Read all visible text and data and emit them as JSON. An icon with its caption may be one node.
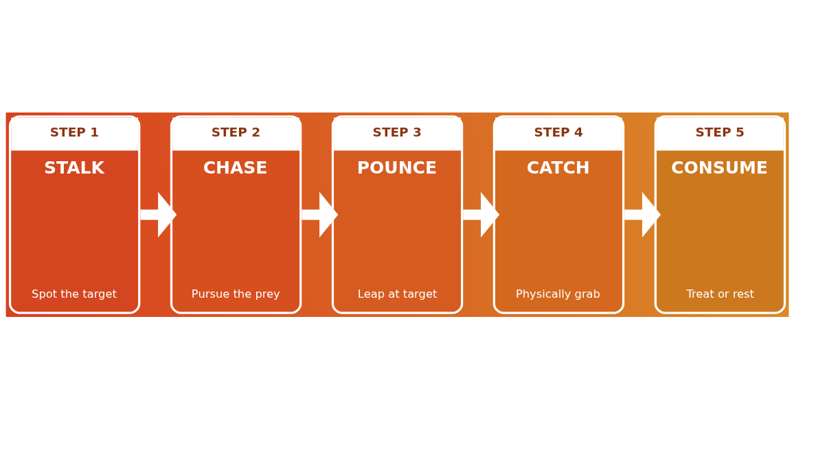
{
  "diagram": {
    "nodes": [
      {
        "text": [
          "STEP 1",
          "STALK",
          "Spot the target"
        ]
      },
      {
        "text": [
          "STEP 2",
          "CHASE",
          "Pursue the prey"
        ]
      },
      {
        "text": [
          "STEP 3",
          "POUNCE",
          "Leap at target"
        ]
      },
      {
        "text": [
          "STEP 4",
          "CATCH",
          "Physically grab"
        ]
      },
      {
        "text": [
          "STEP 5",
          "CONSUME",
          "Treat or rest"
        ]
      }
    ],
    "edges": [
      {
        "from": 0,
        "to": 1,
        "arrow": "to"
      },
      {
        "from": 1,
        "to": 2,
        "arrow": "to"
      },
      {
        "from": 2,
        "to": 3,
        "arrow": "to"
      },
      {
        "from": 3,
        "to": 4,
        "arrow": "to"
      }
    ]
  }
}
